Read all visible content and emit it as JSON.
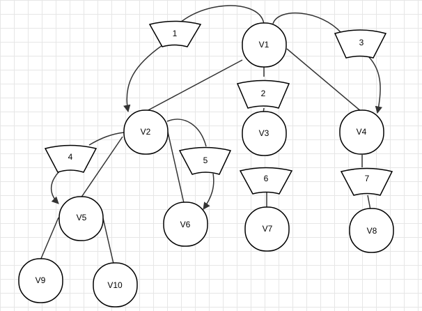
{
  "nodes": [
    {
      "id": "v1",
      "label": "V1"
    },
    {
      "id": "v2",
      "label": "V2"
    },
    {
      "id": "v3",
      "label": "V3"
    },
    {
      "id": "v4",
      "label": "V4"
    },
    {
      "id": "v5",
      "label": "V5"
    },
    {
      "id": "v6",
      "label": "V6"
    },
    {
      "id": "v7",
      "label": "V7"
    },
    {
      "id": "v8",
      "label": "V8"
    },
    {
      "id": "v9",
      "label": "V9"
    },
    {
      "id": "v10",
      "label": "V10"
    }
  ],
  "tree_edges": [
    {
      "from": "v1",
      "to": "v2"
    },
    {
      "from": "v1",
      "to": "v3"
    },
    {
      "from": "v1",
      "to": "v4"
    },
    {
      "from": "v2",
      "to": "v5"
    },
    {
      "from": "v2",
      "to": "v6"
    },
    {
      "from": "v3",
      "to": "v7"
    },
    {
      "from": "v4",
      "to": "v8"
    },
    {
      "from": "v5",
      "to": "v9"
    },
    {
      "from": "v5",
      "to": "v10"
    }
  ],
  "labels": [
    {
      "id": "l1",
      "text": "1"
    },
    {
      "id": "l2",
      "text": "2"
    },
    {
      "id": "l3",
      "text": "3"
    },
    {
      "id": "l4",
      "text": "4"
    },
    {
      "id": "l5",
      "text": "5"
    },
    {
      "id": "l6",
      "text": "6"
    },
    {
      "id": "l7",
      "text": "7"
    }
  ],
  "colors": {
    "node_stroke": "#000000",
    "edge": "#333333",
    "grid": "#e6e6e6"
  }
}
